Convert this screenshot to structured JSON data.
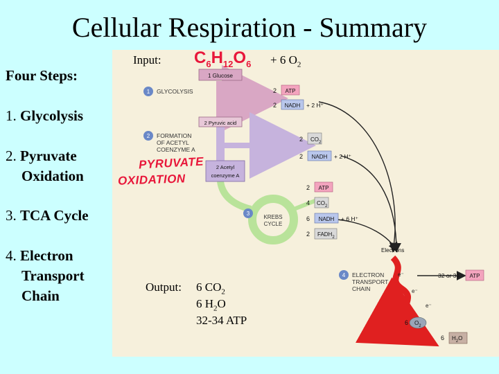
{
  "title": "Cellular Respiration - Summary",
  "input": {
    "label": "Input:",
    "glucose_letters": [
      "C",
      "6",
      "H",
      "12",
      "O",
      "6"
    ],
    "oxygen_prefix": "+ 6 O",
    "oxygen_sub": "2"
  },
  "steps": {
    "heading": "Four Steps:",
    "items": [
      {
        "num": "1.",
        "lines": [
          "Glycolysis"
        ]
      },
      {
        "num": "2.",
        "lines": [
          "Pyruvate",
          "Oxidation"
        ]
      },
      {
        "num": "3.",
        "lines": [
          "TCA Cycle"
        ]
      },
      {
        "num": "4.",
        "lines": [
          "Electron",
          "Transport",
          "Chain"
        ]
      }
    ]
  },
  "output": {
    "label": "Output:",
    "co2_prefix": "6 CO",
    "co2_sub": "2",
    "h2o_prefix": "6 H",
    "h2o_sub": "2",
    "h2o_suffix": "O",
    "atp": "32-34 ATP"
  },
  "figure": {
    "glucose": "1 Glucose",
    "pyruvic": "2 Pyruvic acid",
    "acetyl": [
      "2 Acetyl",
      "coenzyme A"
    ],
    "handwritten_pyruvate": "PYRUVATE",
    "handwritten_oxidation": "OXIDATION",
    "stages": [
      {
        "num": "1",
        "lines": [
          "GLYCOLYSIS"
        ]
      },
      {
        "num": "2",
        "lines": [
          "FORMATION",
          "OF ACETYL",
          "COENZYME A"
        ]
      },
      {
        "num": "3",
        "lines": [
          "KREBS",
          "CYCLE"
        ]
      },
      {
        "num": "4",
        "lines": [
          "ELECTRON",
          "TRANSPORT",
          "CHAIN"
        ]
      }
    ],
    "glycolysis_products": [
      {
        "count": "2",
        "box": "ATP",
        "extra": ""
      },
      {
        "count": "2",
        "box": "NADH",
        "extra": "+ 2 H⁺"
      }
    ],
    "acetyl_products": [
      {
        "count": "2",
        "box": "CO",
        "sub": "2",
        "extra": ""
      },
      {
        "count": "2",
        "box": "NADH",
        "sub": "",
        "extra": "+ 2 H⁺"
      }
    ],
    "krebs_products": [
      {
        "count": "2",
        "box": "ATP",
        "sub": "",
        "extra": ""
      },
      {
        "count": "4",
        "box": "CO",
        "sub": "2",
        "extra": ""
      },
      {
        "count": "6",
        "box": "NADH",
        "sub": "",
        "extra": "+ 6 H⁺"
      },
      {
        "count": "2",
        "box": "FADH",
        "sub": "2",
        "extra": ""
      }
    ],
    "electrons_label": "Electrons",
    "etc_atp_count": "32 or 34",
    "etc_atp_box": "ATP",
    "electron_symbol": "e⁻",
    "oxygen": {
      "count": "6",
      "text": "O",
      "sub": "2"
    },
    "water": {
      "count": "6",
      "text": "H",
      "sub": "2",
      "suffix": "O"
    }
  },
  "colors": {
    "background": "#ccffff",
    "figure_bg": "#f6f0dc",
    "glycolysis_arrow": "#d9a7c4",
    "acetyl_arrow": "#c6b3dd",
    "krebs_ring": "#b9e39a",
    "etc_wave": "#e02020",
    "atp_box": "#f3a4be",
    "nadh_box": "#b9c7ec",
    "badge": "#6a88c7",
    "handwriting": "#e8173a"
  }
}
